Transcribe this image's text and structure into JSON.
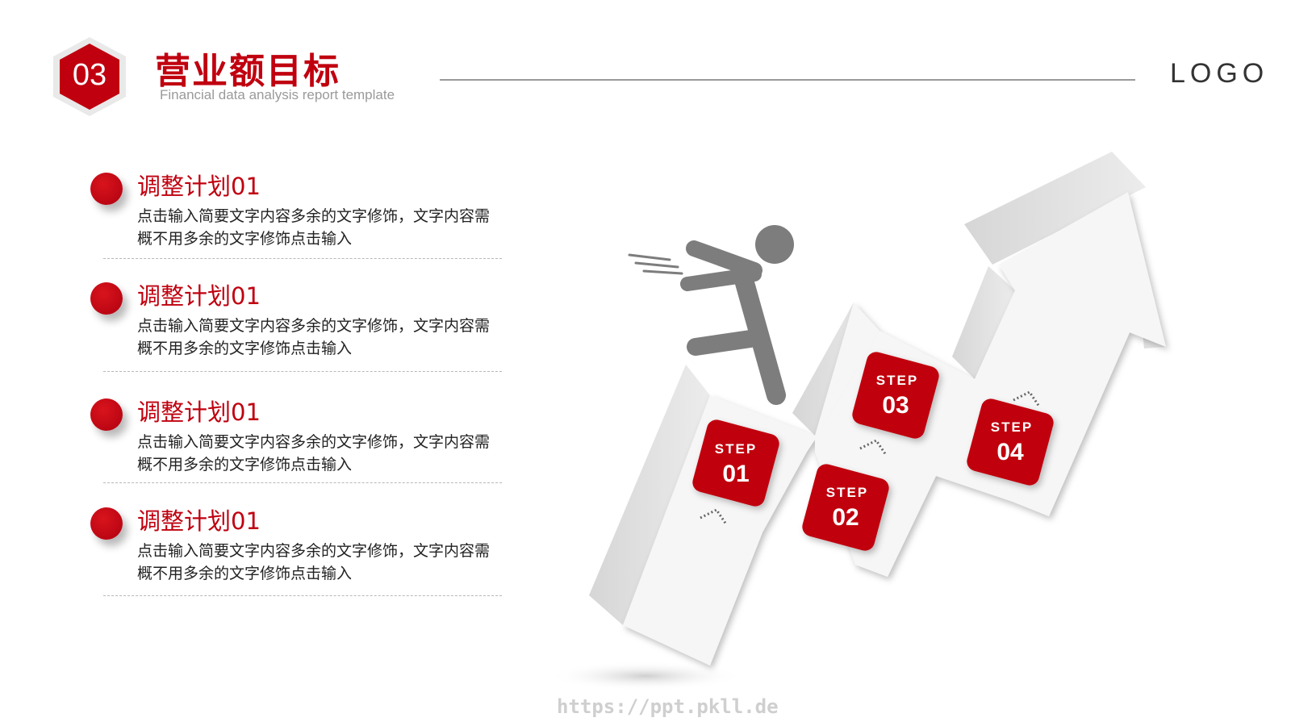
{
  "header": {
    "section_number": "03",
    "title": "营业额目标",
    "subtitle": "Financial data analysis report template",
    "logo": "LOGO"
  },
  "items": [
    {
      "title": "调整计划01",
      "desc": "点击输入简要文字内容多余的文字修饰，文字内容需概不用多余的文字修饰点击输入"
    },
    {
      "title": "调整计划01",
      "desc": "点击输入简要文字内容多余的文字修饰，文字内容需概不用多余的文字修饰点击输入"
    },
    {
      "title": "调整计划01",
      "desc": "点击输入简要文字内容多余的文字修饰，文字内容需概不用多余的文字修饰点击输入"
    },
    {
      "title": "调整计划01",
      "desc": "点击输入简要文字内容多余的文字修饰，文字内容需概不用多余的文字修饰点击输入"
    }
  ],
  "steps": [
    {
      "label": "STEP",
      "number": "01"
    },
    {
      "label": "STEP",
      "number": "02"
    },
    {
      "label": "STEP",
      "number": "03"
    },
    {
      "label": "STEP",
      "number": "04"
    }
  ],
  "watermark": "https://ppt.pkll.de",
  "colors": {
    "accent": "#c0000f",
    "text": "#222222",
    "muted": "#9a9a9a"
  },
  "icons": [
    "hexagon-badge",
    "running-man-icon",
    "staircase-arrow",
    "chevron-up-icon"
  ]
}
